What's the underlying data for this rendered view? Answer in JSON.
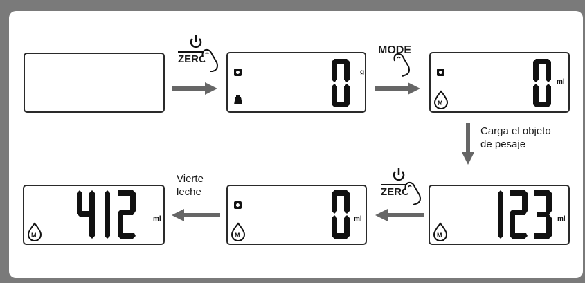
{
  "colors": {
    "frame": "#7a7a7a",
    "panel": "#ffffff",
    "ink": "#1a1a1a",
    "arrow": "#666666"
  },
  "steps": [
    {
      "id": "blank",
      "value": "",
      "unit": ""
    },
    {
      "id": "weigh-zero",
      "value": "0",
      "unit": "g",
      "icons": [
        "stability-icon",
        "weight-icon"
      ]
    },
    {
      "id": "milk-zero",
      "value": "0",
      "unit": "ml",
      "icons": [
        "stability-icon",
        "milk-mode-icon"
      ]
    },
    {
      "id": "object-loaded",
      "value": "123",
      "unit": "ml",
      "icons": [
        "milk-mode-icon"
      ]
    },
    {
      "id": "tared",
      "value": "0",
      "unit": "ml",
      "icons": [
        "stability-icon",
        "milk-mode-icon"
      ]
    },
    {
      "id": "milk-poured",
      "value": "412",
      "unit": "ml",
      "icons": [
        "milk-mode-icon"
      ]
    }
  ],
  "buttons": {
    "power_zero_1": "ZERO",
    "mode": "MODE",
    "power_zero_2": "ZERO"
  },
  "captions": {
    "load_line1": "Carga el objeto",
    "load_line2": "de pesaje",
    "pour_line1": "Vierte",
    "pour_line2": "leche"
  }
}
